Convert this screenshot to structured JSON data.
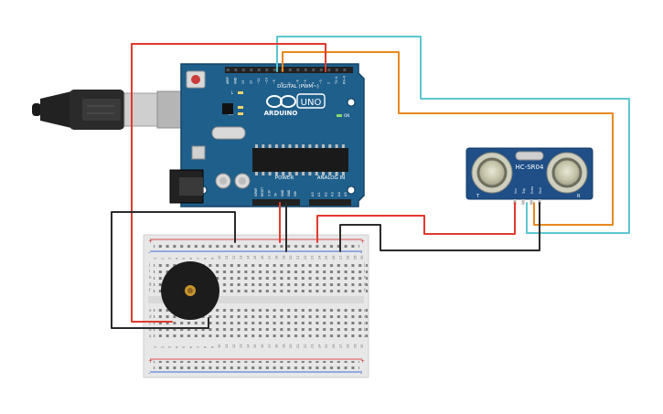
{
  "arduino": {
    "brand": "ARDUINO",
    "model": "UNO",
    "digital_header": "DIGITAL (PWM~)",
    "power_header": "POWER",
    "analog_header": "ANALOG IN",
    "led_l": "L",
    "led_tx": "TX",
    "led_rx": "RX",
    "on_label": "ON",
    "digital_pins": [
      "AREF",
      "GND",
      "13",
      "12",
      "~11",
      "~10",
      "~9",
      "8",
      "7",
      "~6",
      "~5",
      "4",
      "~3",
      "2",
      "TX→1",
      "RX←0"
    ],
    "power_pins": [
      "IOREF",
      "RESET",
      "3.3V",
      "5V",
      "GND",
      "GND",
      "VIN"
    ],
    "analog_pins": [
      "A0",
      "A1",
      "A2",
      "A3",
      "A4",
      "A5"
    ]
  },
  "sensor": {
    "name": "HC-SR04",
    "pins": [
      "Vcc",
      "Trig",
      "Echo",
      "Gnd"
    ],
    "left_mark": "T",
    "right_mark": "R"
  },
  "breadboard": {
    "column_numbers": [
      "1",
      "2",
      "3",
      "4",
      "5",
      "6",
      "7",
      "8",
      "9",
      "10",
      "11",
      "12",
      "13",
      "14",
      "15",
      "16",
      "17",
      "18",
      "19",
      "20",
      "21",
      "22",
      "23",
      "24",
      "25",
      "26",
      "27",
      "28",
      "29",
      "30"
    ],
    "upper_rows": [
      "j",
      "i",
      "h",
      "g",
      "f"
    ],
    "lower_rows": [
      "e",
      "d",
      "c",
      "b",
      "a"
    ],
    "plus": "+",
    "minus": "-"
  },
  "colors": {
    "wire_red": "#e03a2f",
    "wire_black": "#2b2b2b",
    "wire_orange": "#e8891e",
    "wire_cyan": "#5cc6d0",
    "board_blue": "#1f5f8b",
    "sensor_blue": "#1f4f86"
  }
}
